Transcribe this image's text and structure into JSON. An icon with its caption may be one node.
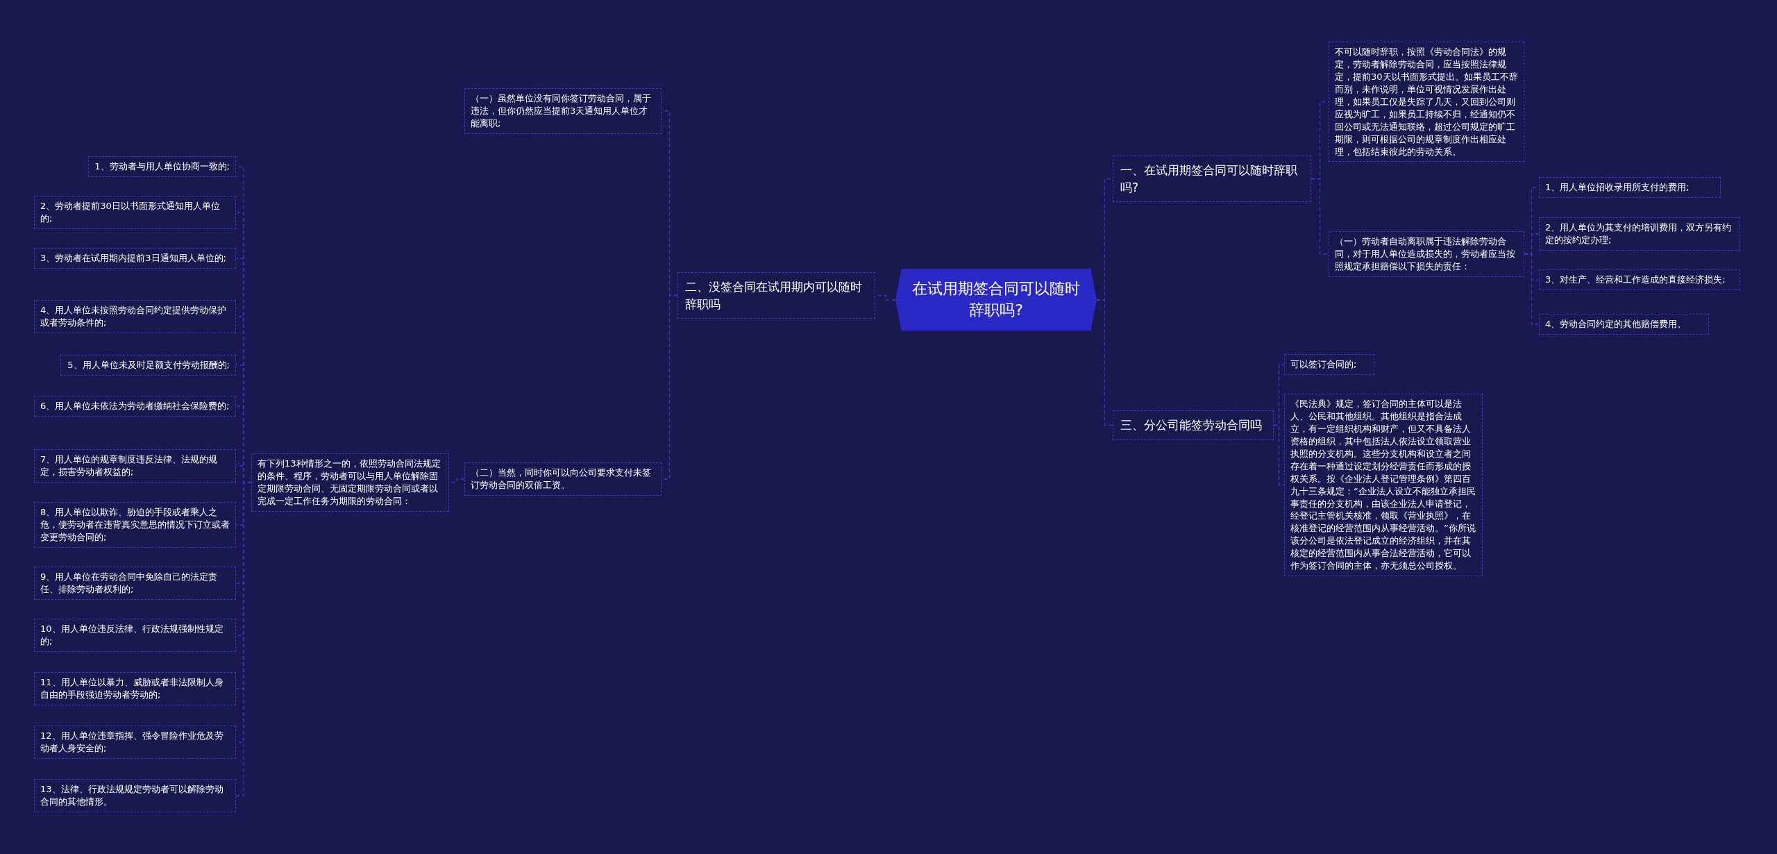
{
  "diagram": {
    "nodes": [
      {
        "text": [
          "在试用期签合同可以随时辞职吗?"
        ]
      },
      {
        "text": [
          "一、在试用期签合同可以随时辞职吗?"
        ]
      },
      {
        "text": [
          "不可以随时辞职，按照《劳动合同法》的规定，劳动者解除劳动合同，应当按照法律规定，提前30天以书面形式提出。如果员工不辞而别，未作说明，单位可视情况发展作出处理，如果员工仅是失踪了几天，又回到公司则应视为旷工，如果员工持续不归，经通知仍不回公司或无法通知联络，超过公司规定的旷工期限，则可根据公司的规章制度作出相应处理，包括结束彼此的劳动关系。"
        ]
      },
      {
        "text": [
          "（一）劳动者自动离职属于违法解除劳动合同，对于用人单位造成损失的，劳动者应当按照规定承担赔偿以下损失的责任："
        ]
      },
      {
        "text": [
          "1、用人单位招收录用所支付的费用;"
        ]
      },
      {
        "text": [
          "2、用人单位为其支付的培训费用，双方另有约定的按约定办理;"
        ]
      },
      {
        "text": [
          "3、对生产、经营和工作造成的直接经济损失;"
        ]
      },
      {
        "text": [
          "4、劳动合同约定的其他赔偿费用。"
        ]
      },
      {
        "text": [
          "三、分公司能签劳动合同吗"
        ]
      },
      {
        "text": [
          "可以签订合同的;"
        ]
      },
      {
        "text": [
          "《民法典》规定，签订合同的主体可以是法人、公民和其他组织。其他组织是指合法成立，有一定组织机构和财产，但又不具备法人资格的组织，其中包括法人依法设立领取营业执照的分支机构。这些分支机构和设立者之间存在着一种通过设定划分经营责任而形成的授权关系。按《企业法人登记管理条例》第四百九十三条规定：“企业法人设立不能独立承担民事责任的分支机构，由该企业法人申请登记，经登记主管机关核准，领取《营业执照》，在核准登记的经营范围内从事经营活动。”你所说该分公司是依法登记成立的经济组织，并在其核定的经营范围内从事合法经营活动，它可以作为签订合同的主体，亦无须总公司授权。"
        ]
      },
      {
        "text": [
          "二、没签合同在试用期内可以随时辞职吗"
        ]
      },
      {
        "text": [
          "（一）虽然单位没有同你签订劳动合同，属于违法，但你仍然应当提前3天通知用人单位才能离职;"
        ]
      },
      {
        "text": [
          "（二）当然，同时你可以向公司要求支付未签订劳动合同的双倍工资。"
        ]
      },
      {
        "text": [
          "有下列13种情形之一的，依照劳动合同法规定的条件、程序，劳动者可以与用人单位解除固定期限劳动合同、无固定期限劳动合同或者以完成一定工作任务为期限的劳动合同："
        ]
      },
      {
        "text": [
          "1、劳动者与用人单位协商一致的;"
        ]
      },
      {
        "text": [
          "2、劳动者提前30日以书面形式通知用人单位的;"
        ]
      },
      {
        "text": [
          "3、劳动者在试用期内提前3日通知用人单位的;"
        ]
      },
      {
        "text": [
          "4、用人单位未按照劳动合同约定提供劳动保护或者劳动条件的;"
        ]
      },
      {
        "text": [
          "5、用人单位未及时足额支付劳动报酬的;"
        ]
      },
      {
        "text": [
          "6、用人单位未依法为劳动者缴纳社会保险费的;"
        ]
      },
      {
        "text": [
          "7、用人单位的规章制度违反法律、法规的规定，损害劳动者权益的;"
        ]
      },
      {
        "text": [
          "8、用人单位以欺诈、胁迫的手段或者乘人之危，使劳动者在违背真实意思的情况下订立或者变更劳动合同的;"
        ]
      },
      {
        "text": [
          "9、用人单位在劳动合同中免除自己的法定责任、排除劳动者权利的;"
        ]
      },
      {
        "text": [
          "10、用人单位违反法律、行政法规强制性规定的;"
        ]
      },
      {
        "text": [
          "11、用人单位以暴力、威胁或者非法限制人身自由的手段强迫劳动者劳动的;"
        ]
      },
      {
        "text": [
          "12、用人单位违章指挥、强令冒险作业危及劳动者人身安全的;"
        ]
      },
      {
        "text": [
          "13、法律、行政法规规定劳动者可以解除劳动合同的其他情形。"
        ]
      }
    ],
    "edges": [
      {
        "from": 0,
        "to": 1,
        "arrow": "none"
      },
      {
        "from": 1,
        "to": 2,
        "arrow": "none"
      },
      {
        "from": 1,
        "to": 3,
        "arrow": "none"
      },
      {
        "from": 3,
        "to": 4,
        "arrow": "none"
      },
      {
        "from": 3,
        "to": 5,
        "arrow": "none"
      },
      {
        "from": 3,
        "to": 6,
        "arrow": "none"
      },
      {
        "from": 3,
        "to": 7,
        "arrow": "none"
      },
      {
        "from": 0,
        "to": 8,
        "arrow": "none"
      },
      {
        "from": 8,
        "to": 9,
        "arrow": "none"
      },
      {
        "from": 8,
        "to": 10,
        "arrow": "none"
      },
      {
        "from": 0,
        "to": 11,
        "arrow": "none"
      },
      {
        "from": 11,
        "to": 12,
        "arrow": "none"
      },
      {
        "from": 11,
        "to": 13,
        "arrow": "none"
      },
      {
        "from": 13,
        "to": 14,
        "arrow": "none"
      },
      {
        "from": 14,
        "to": 15,
        "arrow": "none"
      },
      {
        "from": 14,
        "to": 16,
        "arrow": "none"
      },
      {
        "from": 14,
        "to": 17,
        "arrow": "none"
      },
      {
        "from": 14,
        "to": 18,
        "arrow": "none"
      },
      {
        "from": 14,
        "to": 19,
        "arrow": "none"
      },
      {
        "from": 14,
        "to": 20,
        "arrow": "none"
      },
      {
        "from": 14,
        "to": 21,
        "arrow": "none"
      },
      {
        "from": 14,
        "to": 22,
        "arrow": "none"
      },
      {
        "from": 14,
        "to": 23,
        "arrow": "none"
      },
      {
        "from": 14,
        "to": 24,
        "arrow": "none"
      },
      {
        "from": 14,
        "to": 25,
        "arrow": "none"
      },
      {
        "from": 14,
        "to": 26,
        "arrow": "none"
      },
      {
        "from": 14,
        "to": 27,
        "arrow": "none"
      }
    ]
  }
}
